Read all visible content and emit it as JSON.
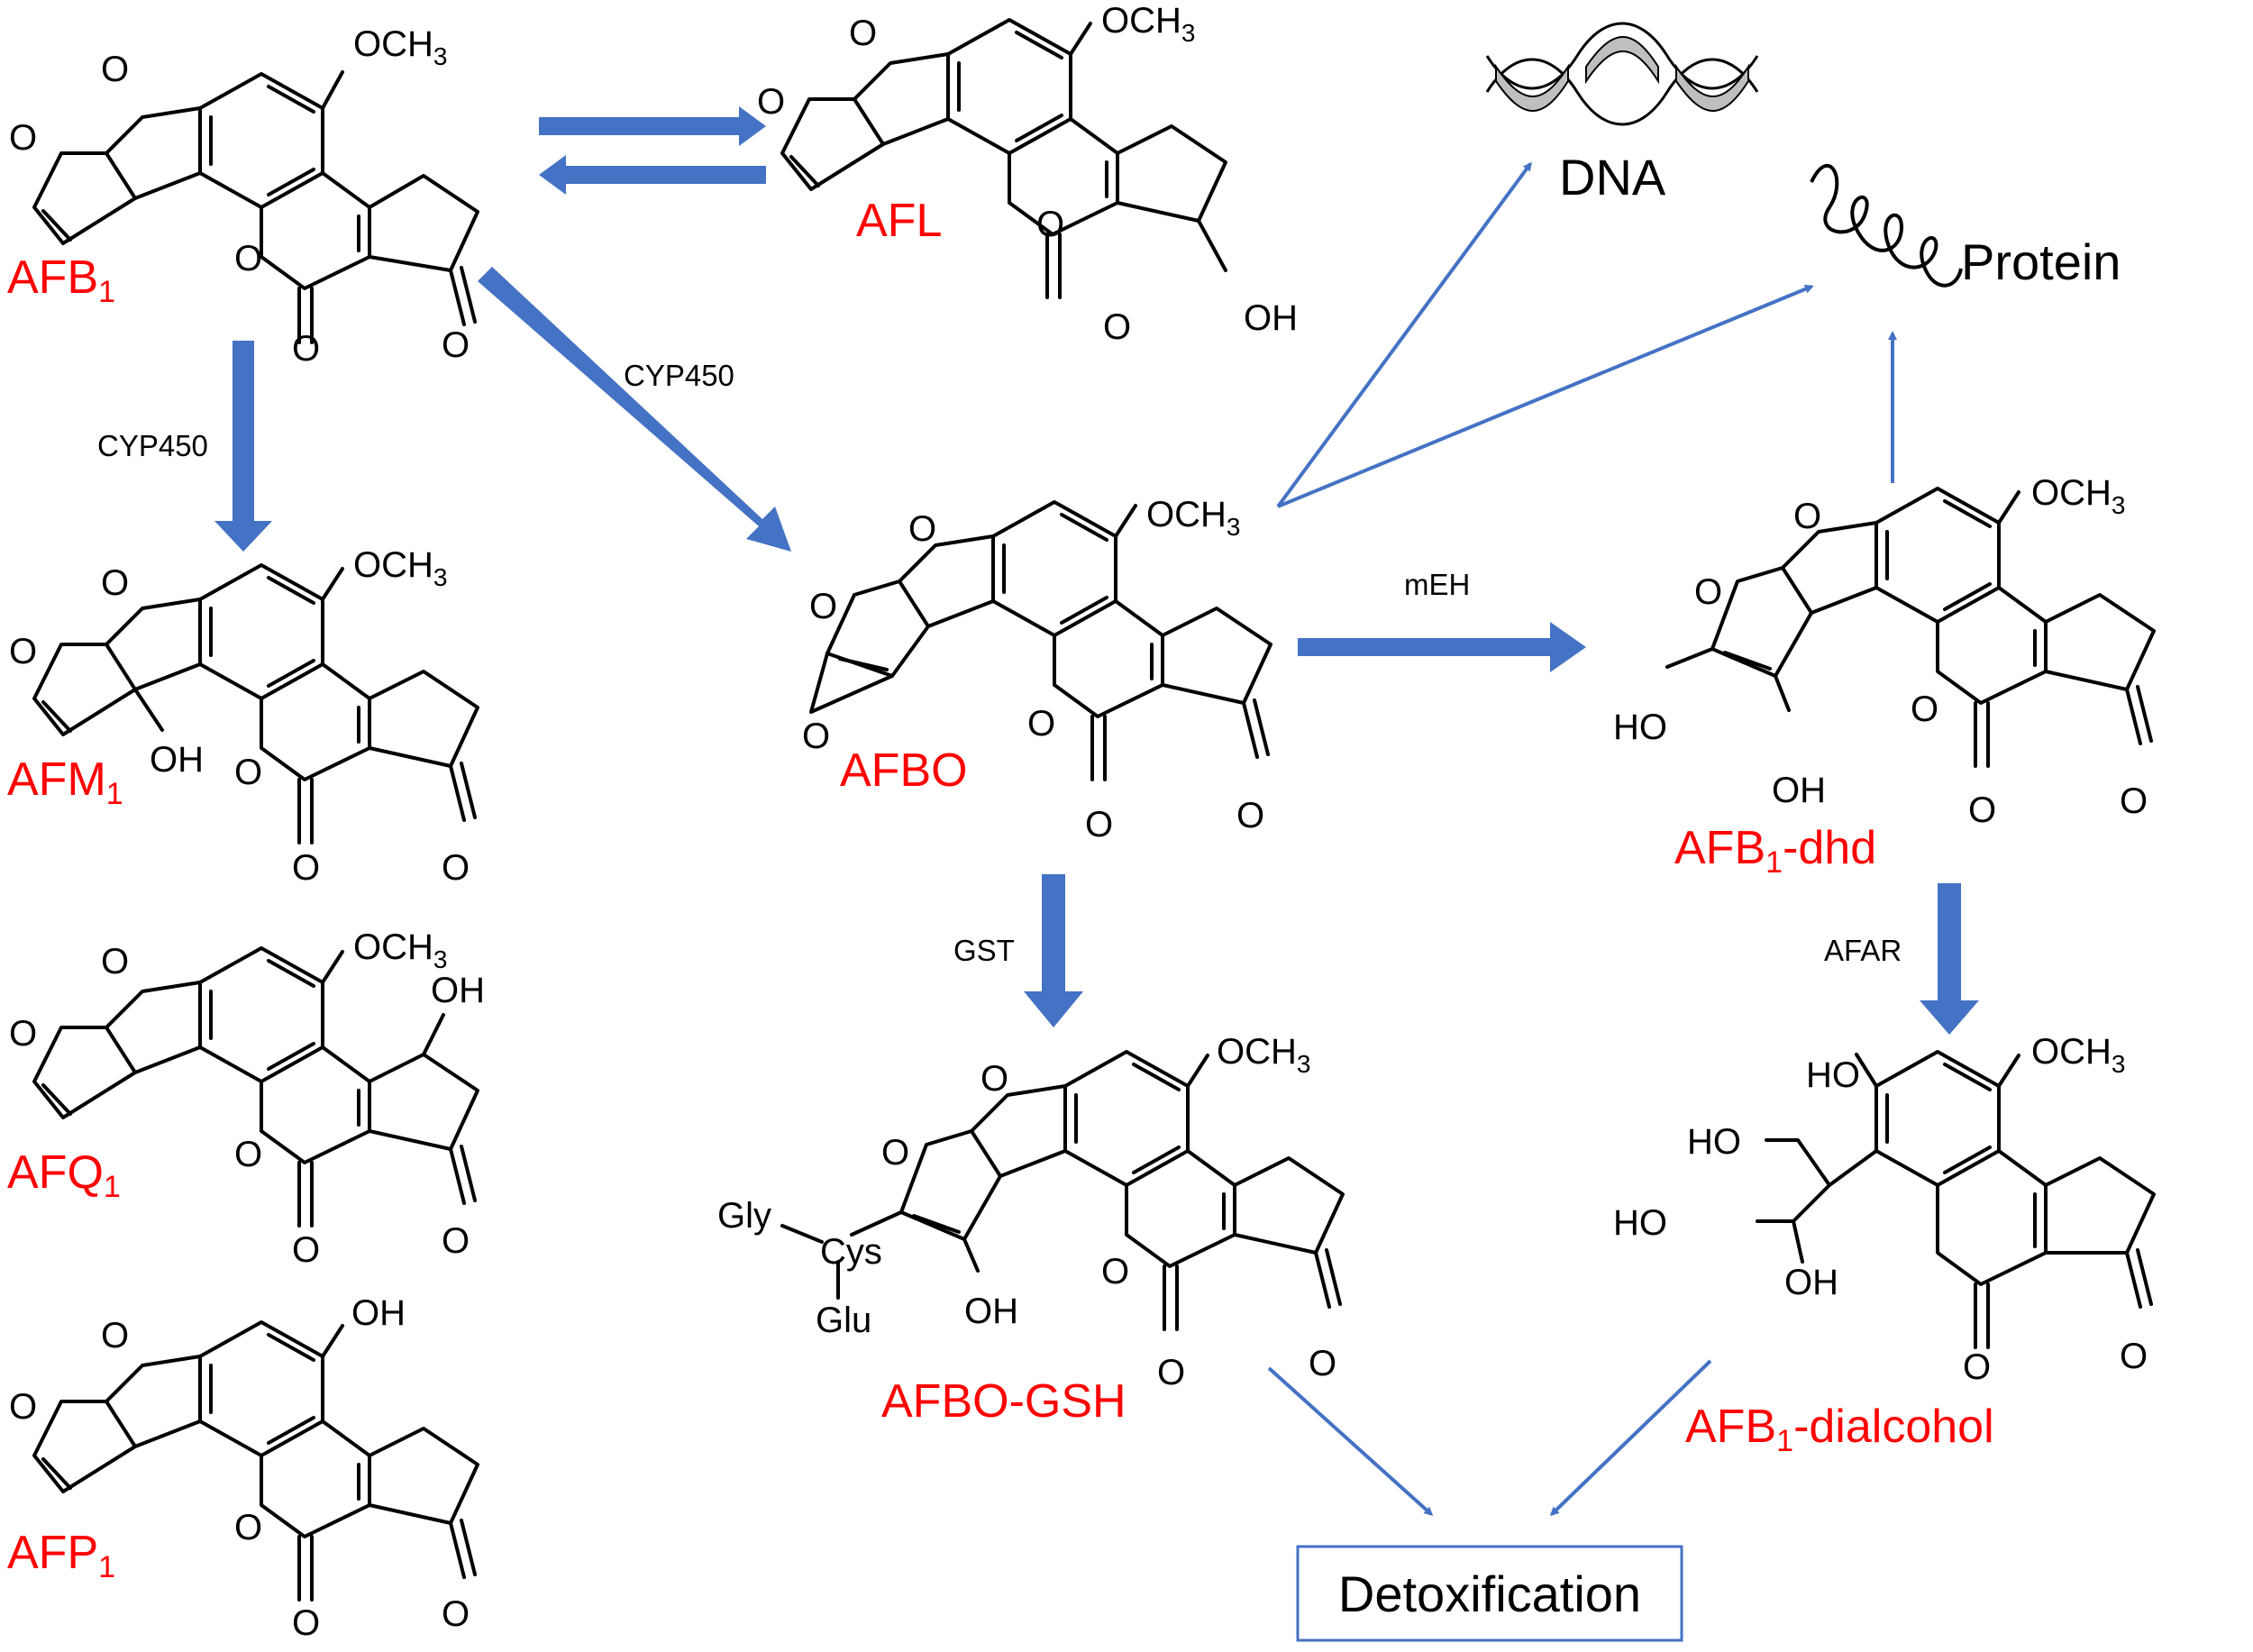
{
  "colors": {
    "label_red": "#ff0000",
    "arrow_blue": "#4472c4",
    "bond": "#000000",
    "dna_gray": "#bfbfbf"
  },
  "compounds": {
    "afb1": {
      "name": "AFB",
      "sub": "1",
      "suffix": ""
    },
    "afl": {
      "name": "AFL",
      "sub": "",
      "suffix": ""
    },
    "afm1": {
      "name": "AFM",
      "sub": "1",
      "suffix": ""
    },
    "afq1": {
      "name": "AFQ",
      "sub": "1",
      "suffix": ""
    },
    "afp1": {
      "name": "AFP",
      "sub": "1",
      "suffix": ""
    },
    "afbo": {
      "name": "AFBO",
      "sub": "",
      "suffix": ""
    },
    "afbo_gsh": {
      "name": "AFBO-GSH",
      "sub": "",
      "suffix": ""
    },
    "afb1_dhd": {
      "name": "AFB",
      "sub": "1",
      "suffix": "-dhd"
    },
    "afb1_dialcohol": {
      "name": "AFB",
      "sub": "1",
      "suffix": "-dialcohol"
    }
  },
  "atoms": {
    "o": "O",
    "och3": "OCH",
    "och3_sub": "3",
    "oh": "OH",
    "ho": "HO",
    "gly": "Gly",
    "cys": "Cys",
    "glu": "Glu"
  },
  "enzymes": {
    "cyp450_down": "CYP450",
    "cyp450_diag": "CYP450",
    "meh": "mEH",
    "gst": "GST",
    "afar": "AFAR"
  },
  "targets": {
    "dna": "DNA",
    "protein": "Protein"
  },
  "detox_label": "Detoxification"
}
